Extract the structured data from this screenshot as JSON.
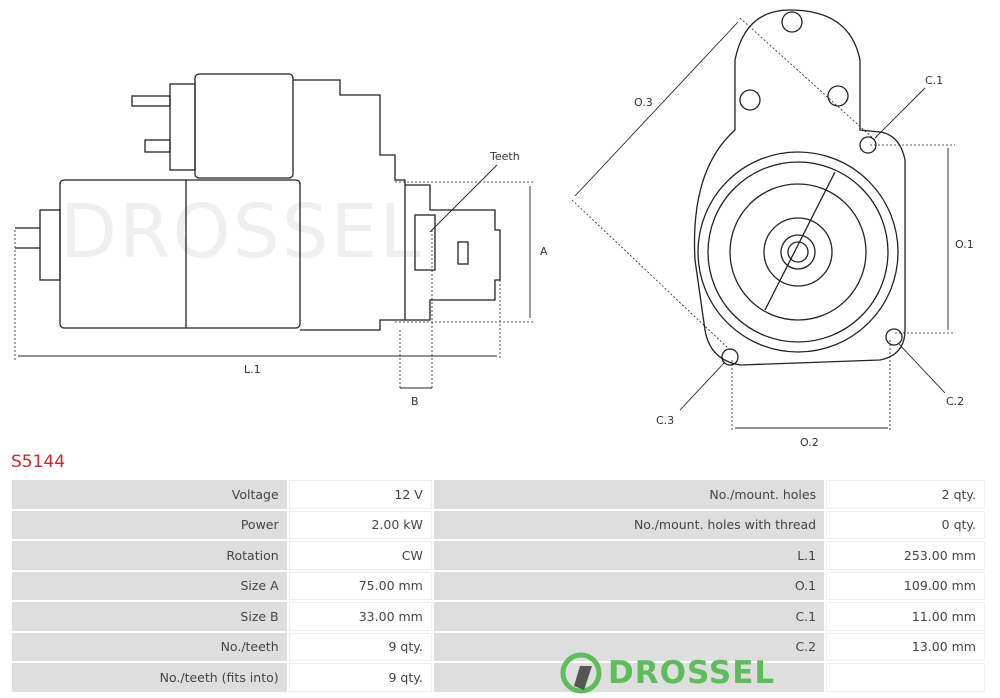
{
  "drawing": {
    "labels": {
      "teeth": "Teeth",
      "a": "A",
      "b": "B",
      "l1": "L.1",
      "o3": "O.3",
      "c1": "C.1",
      "o1": "O.1",
      "c2": "C.2",
      "c3": "C.3",
      "o2": "O.2"
    }
  },
  "watermark": "DROSSEL",
  "product_code": "S5144",
  "specs": [
    {
      "label": "Voltage",
      "value": "12 V",
      "label2": "No./mount. holes",
      "value2": "2 qty."
    },
    {
      "label": "Power",
      "value": "2.00 kW",
      "label2": "No./mount. holes with thread",
      "value2": "0 qty."
    },
    {
      "label": "Rotation",
      "value": "CW",
      "label2": "L.1",
      "value2": "253.00 mm"
    },
    {
      "label": "Size A",
      "value": "75.00 mm",
      "label2": "O.1",
      "value2": "109.00 mm"
    },
    {
      "label": "Size B",
      "value": "33.00 mm",
      "label2": "C.1",
      "value2": "11.00 mm"
    },
    {
      "label": "No./teeth",
      "value": "9 qty.",
      "label2": "C.2",
      "value2": "13.00 mm"
    },
    {
      "label": "No./teeth (fits into)",
      "value": "9 qty.",
      "label2": "",
      "value2": ""
    }
  ],
  "logo": {
    "text": "DROSSEL",
    "color": "#5cbd5a"
  },
  "colors": {
    "code": "#d0282e",
    "label_bg": "#dedede"
  }
}
